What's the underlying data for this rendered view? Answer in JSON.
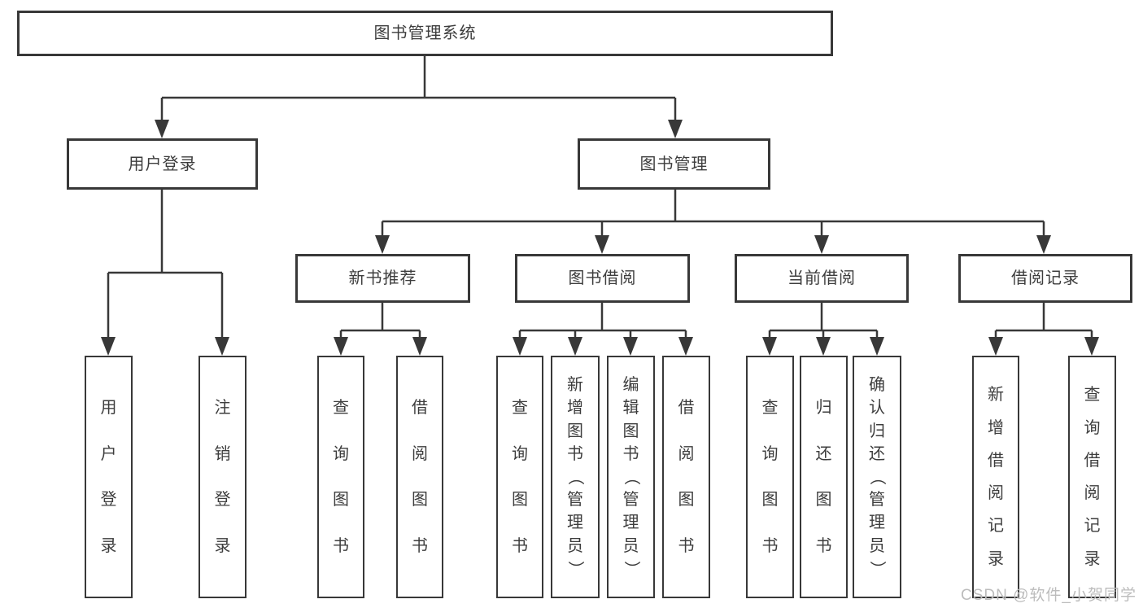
{
  "diagram": {
    "title": "图书管理系统",
    "root": {
      "label": "图书管理系统"
    },
    "level2": [
      {
        "label": "用户登录"
      },
      {
        "label": "图书管理"
      }
    ],
    "level3": [
      {
        "label": "新书推荐"
      },
      {
        "label": "图书借阅"
      },
      {
        "label": "当前借阅"
      },
      {
        "label": "借阅记录"
      }
    ],
    "leaves": {
      "user_login": [
        "用户登录",
        "注销登录"
      ],
      "new_book": [
        "查询图书",
        "借阅图书"
      ],
      "borrow": [
        "查询图书",
        "新增图书（管理员）",
        "编辑图书（管理员）",
        "借阅图书"
      ],
      "current": [
        "查询图书",
        "归还图书",
        "确认归还（管理员）"
      ],
      "records": [
        "新增借阅记录",
        "查询借阅记录"
      ]
    }
  },
  "watermark": {
    "text": "CSDN @软件_小贺同学"
  },
  "colors": {
    "line": "#383838",
    "text": "#3d3d3d",
    "background": "#ffffff",
    "watermark": "#bcbcbc"
  }
}
